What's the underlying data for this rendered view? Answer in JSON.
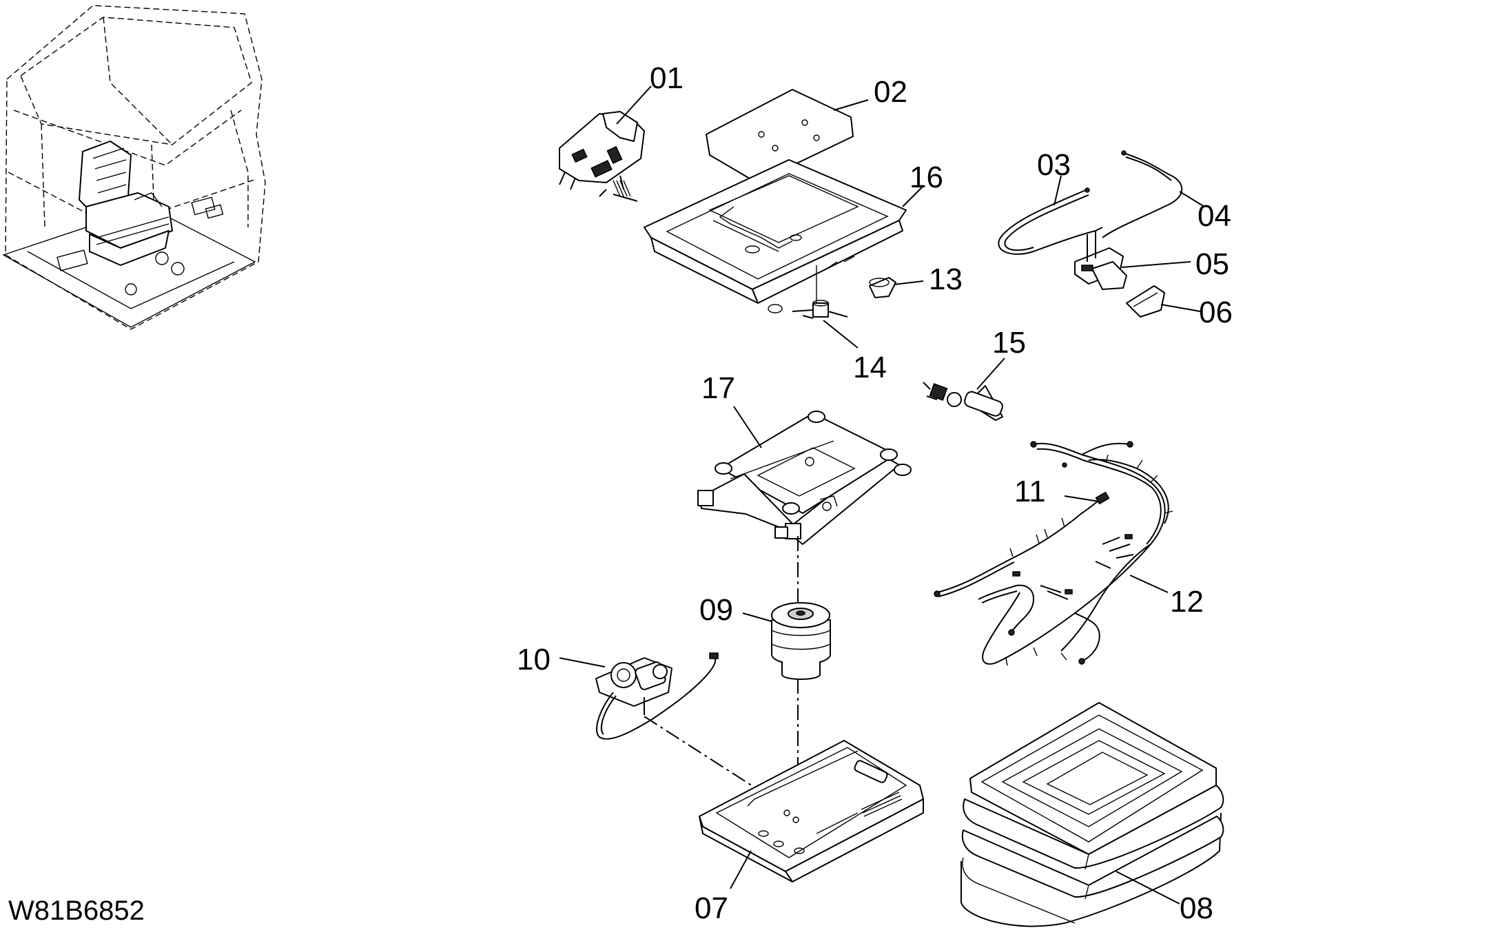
{
  "drawing_code": "W81B6852",
  "callouts": [
    "01",
    "02",
    "03",
    "04",
    "05",
    "06",
    "07",
    "08",
    "09",
    "10",
    "11",
    "12",
    "13",
    "14",
    "15",
    "16",
    "17"
  ]
}
